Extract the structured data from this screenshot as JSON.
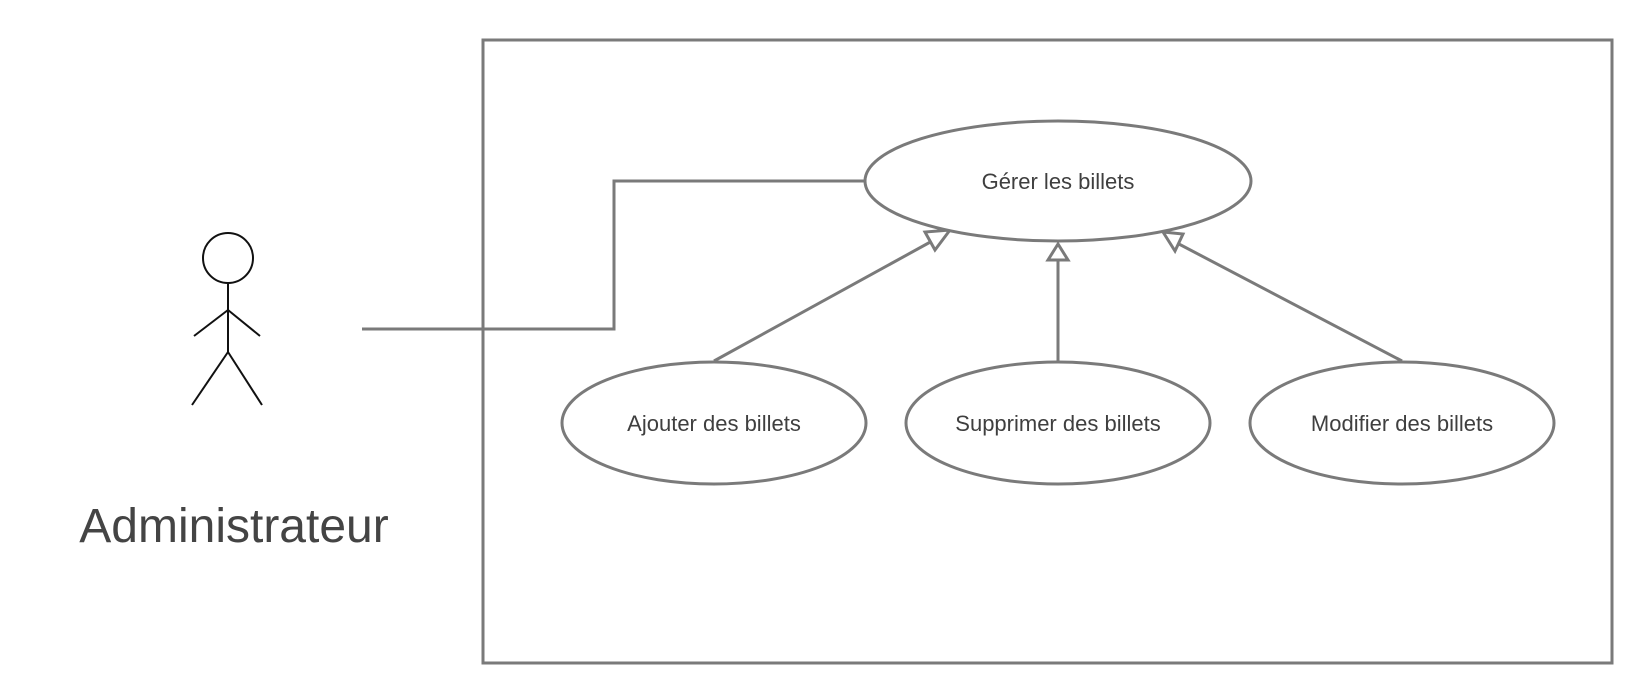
{
  "colors": {
    "stroke": "#7a7a7a",
    "actor_stroke": "#111111",
    "text": "#3f3f3f",
    "background": "#ffffff"
  },
  "actor": {
    "label": "Administrateur"
  },
  "use_cases": {
    "main": "Gérer les billets",
    "add": "Ajouter des billets",
    "delete": "Supprimer des billets",
    "modify": "Modifier des billets"
  }
}
